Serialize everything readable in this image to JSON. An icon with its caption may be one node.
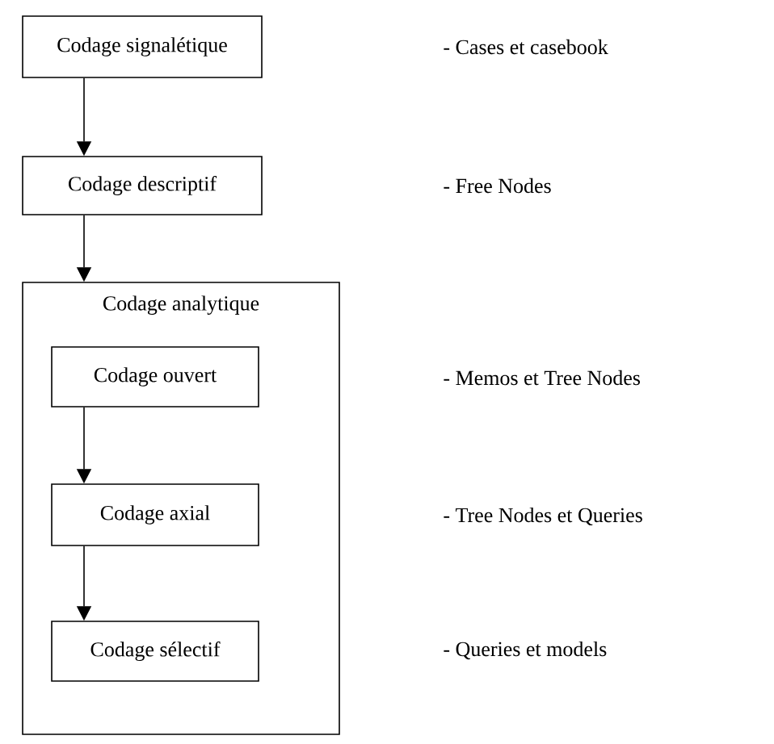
{
  "diagram": {
    "nodes": [
      {
        "text": [
          "Codage signalétique"
        ]
      },
      {
        "text": [
          "Codage descriptif"
        ]
      },
      {
        "text": [
          "Codage analytique"
        ]
      },
      {
        "text": [
          "Codage ouvert"
        ],
        "in": 2
      },
      {
        "text": [
          "Codage axial"
        ],
        "in": 2
      },
      {
        "text": [
          "Codage sélectif"
        ],
        "in": 2
      }
    ],
    "edges": [
      {
        "from": 0,
        "to": 1,
        "arrow": "to"
      },
      {
        "from": 1,
        "to": 2,
        "arrow": "to"
      },
      {
        "from": 3,
        "to": 4,
        "arrow": "to"
      },
      {
        "from": 4,
        "to": 5,
        "arrow": "to"
      }
    ],
    "labels": [
      "- Cases et casebook",
      "- Free Nodes",
      "- Memos et Tree Nodes",
      "- Tree Nodes et Queries",
      "- Queries et models"
    ]
  }
}
